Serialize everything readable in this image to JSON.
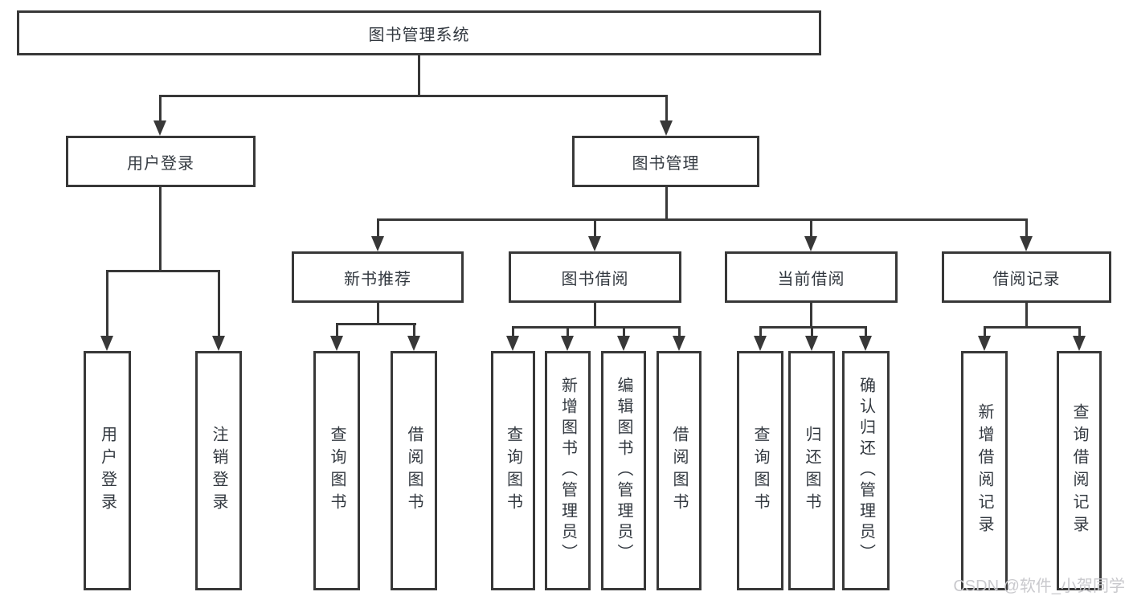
{
  "diagram": {
    "type": "tree",
    "colors": {
      "line": "#383838",
      "text": "#333940",
      "watermark": "#c9c9cd",
      "background": "#ffffff"
    },
    "root": {
      "label": "图书管理系统",
      "children": [
        {
          "label": "用户登录",
          "children": [
            {
              "label": "用户登录"
            },
            {
              "label": "注销登录"
            }
          ]
        },
        {
          "label": "图书管理",
          "children": [
            {
              "label": "新书推荐",
              "children": [
                {
                  "label": "查询图书"
                },
                {
                  "label": "借阅图书"
                }
              ]
            },
            {
              "label": "图书借阅",
              "children": [
                {
                  "label": "查询图书"
                },
                {
                  "label": "新增图书（管理员）"
                },
                {
                  "label": "编辑图书（管理员）"
                },
                {
                  "label": "借阅图书"
                }
              ]
            },
            {
              "label": "当前借阅",
              "children": [
                {
                  "label": "查询图书"
                },
                {
                  "label": "归还图书"
                },
                {
                  "label": "确认归还（管理员）"
                }
              ]
            },
            {
              "label": "借阅记录",
              "children": [
                {
                  "label": "新增借阅记录"
                },
                {
                  "label": "查询借阅记录"
                }
              ]
            }
          ]
        }
      ]
    }
  },
  "watermark": {
    "text": "CSDN @软件_小贺同学"
  }
}
